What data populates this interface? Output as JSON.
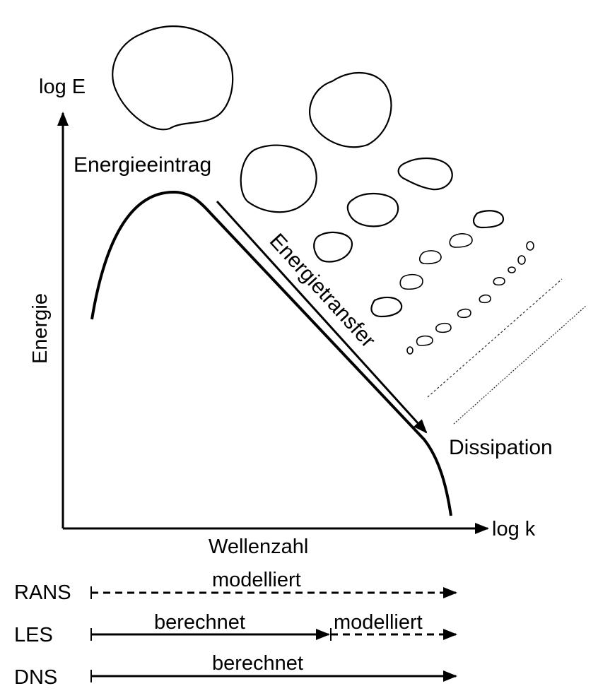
{
  "axes": {
    "y_end_label": "log E",
    "y_label": "Energie",
    "x_end_label": "log k",
    "x_label": "Wellenzahl"
  },
  "curve_labels": {
    "input": "Energieeintrag",
    "transfer": "Energietransfer",
    "dissipation": "Dissipation"
  },
  "methods": [
    {
      "name": "RANS",
      "segments": [
        {
          "label": "modelliert",
          "style": "dashed"
        }
      ]
    },
    {
      "name": "LES",
      "segments": [
        {
          "label": "berechnet",
          "style": "solid"
        },
        {
          "label": "modelliert",
          "style": "dashed"
        }
      ]
    },
    {
      "name": "DNS",
      "segments": [
        {
          "label": "berechnet",
          "style": "solid"
        }
      ]
    }
  ],
  "colors": {
    "ink": "#000000",
    "background": "#ffffff"
  }
}
